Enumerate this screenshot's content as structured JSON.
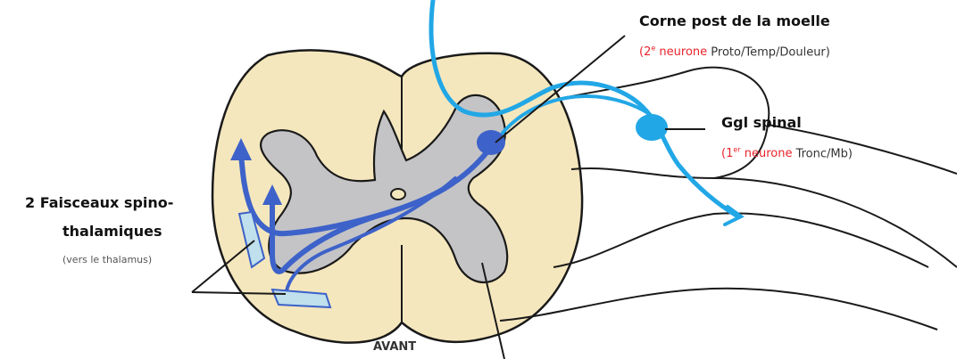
{
  "labels": {
    "corne_title": "Corne post de la moelle",
    "corne_sup": "2",
    "corne_sup_mark": "e",
    "corne_neurone": "neurone",
    "corne_rest": "Proto/Temp/Douleur)",
    "ggl_title": "Ggl spinal",
    "ggl_sup": "1",
    "ggl_sup_mark": "er",
    "ggl_neurone": "neurone",
    "ggl_rest": "Tronc/Mb)",
    "faisceaux_line1": "2 Faisceaux spino-",
    "faisceaux_line2": "thalamiques",
    "faisceaux_sub": "(vers le thalamus)",
    "avant": "AVANT"
  },
  "colors": {
    "white_matter": "#f5e7bd",
    "grey_matter": "#c4c4c6",
    "light_blue": "#22a7e6",
    "dark_blue": "#3d62c9",
    "pale_blue": "#bfe0ec",
    "outline": "#1a1a1a",
    "red": "#e8242c"
  }
}
